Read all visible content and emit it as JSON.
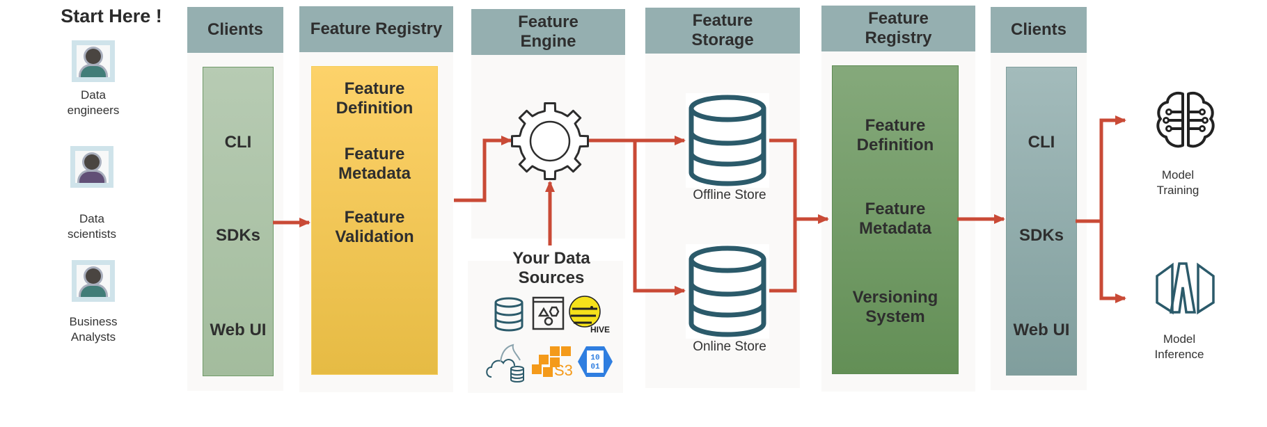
{
  "title": "Start Here !",
  "personas": [
    {
      "label": "Data engineers",
      "lines": [
        "Data",
        "engineers"
      ],
      "color": "#427d78"
    },
    {
      "label": "Data scientists",
      "lines": [
        "Data",
        "scientists"
      ],
      "color": "#614f76"
    },
    {
      "label": "Business Analysts",
      "lines": [
        "Business",
        "Analysts"
      ],
      "color": "#427d78"
    }
  ],
  "columns": {
    "clients_in": {
      "header": "Clients",
      "items": [
        "CLI",
        "SDKs",
        "Web UI"
      ]
    },
    "registry_in": {
      "header": "Feature Registry",
      "items": [
        [
          "Feature",
          "Definition"
        ],
        [
          "Feature",
          "Metadata"
        ],
        [
          "Feature",
          "Validation"
        ]
      ]
    },
    "engine": {
      "header": [
        "Feature",
        "Engine"
      ],
      "icon": "gear-icon"
    },
    "data_sources": {
      "title": [
        "Your Data",
        "Sources"
      ],
      "icons": [
        "database-icon",
        "object-storage-icon",
        "hive-icon",
        "mysql-cloud-icon",
        "aws-s3-icon",
        "azure-blob-icon"
      ],
      "s3_label": "S3",
      "hive_label": "HIVE",
      "blob_bits": [
        "10",
        "01"
      ]
    },
    "storage": {
      "header": [
        "Feature",
        "Storage"
      ],
      "offline": "Offline Store",
      "online": "Online Store"
    },
    "registry_out": {
      "header": [
        "Feature",
        "Registry"
      ],
      "items": [
        [
          "Feature",
          "Definition"
        ],
        [
          "Feature",
          "Metadata"
        ],
        [
          "Versioning",
          "System"
        ]
      ]
    },
    "clients_out": {
      "header": "Clients",
      "items": [
        "CLI",
        "SDKs",
        "Web UI"
      ]
    }
  },
  "outputs": {
    "training": {
      "lines": [
        "Model",
        "Training"
      ],
      "icon": "brain-icon"
    },
    "inference": {
      "lines": [
        "Model",
        "Inference"
      ],
      "icon": "inference-icon"
    }
  },
  "colors": {
    "arrow": "#c94a36",
    "header": "#95afb0",
    "db": "#2b5a6a"
  }
}
